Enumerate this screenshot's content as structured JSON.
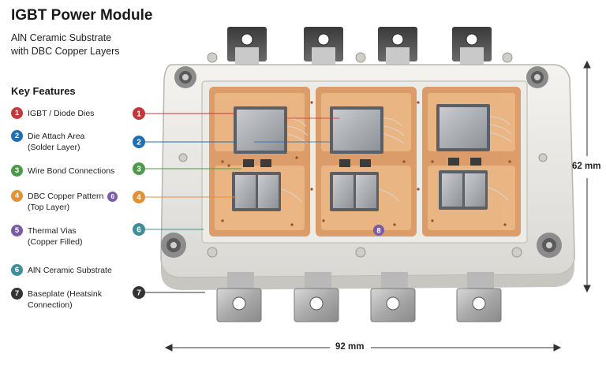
{
  "title": "IGBT Power Module",
  "subtitle_line1": "AlN Ceramic Substrate",
  "subtitle_line2": "with DBC Copper Layers",
  "key_features_title": "Key Features",
  "features": [
    {
      "num": "1",
      "line1": "IGBT / Diode Dies",
      "line2": "",
      "color": "#c0393b"
    },
    {
      "num": "2",
      "line1": "Die Attach Area",
      "line2": "(Solder Layer)",
      "color": "#1f6fb2"
    },
    {
      "num": "3",
      "line1": "Wire Bond Connections",
      "line2": "",
      "color": "#4f9a4a"
    },
    {
      "num": "4",
      "line1": "DBC Copper Pattern",
      "line2": "(Top Layer)",
      "color": "#e0923a",
      "extra_badge": "6"
    },
    {
      "num": "5",
      "line1": "Thermal Vias",
      "line2": "(Copper Filled)",
      "color": "#7a5ca6"
    },
    {
      "num": "6",
      "line1": "AlN Ceramic Substrate",
      "line2": "",
      "color": "#3f8f98"
    },
    {
      "num": "7",
      "line1": "Baseplate (Heatsink",
      "line2": "Connection)",
      "color": "#333333"
    }
  ],
  "extra_badge_color": "#7a5ca6",
  "callouts": [
    "1",
    "2",
    "3",
    "4",
    "6",
    "7"
  ],
  "stray_marker": "8",
  "dim_height": "62 mm",
  "dim_width": "92 mm"
}
